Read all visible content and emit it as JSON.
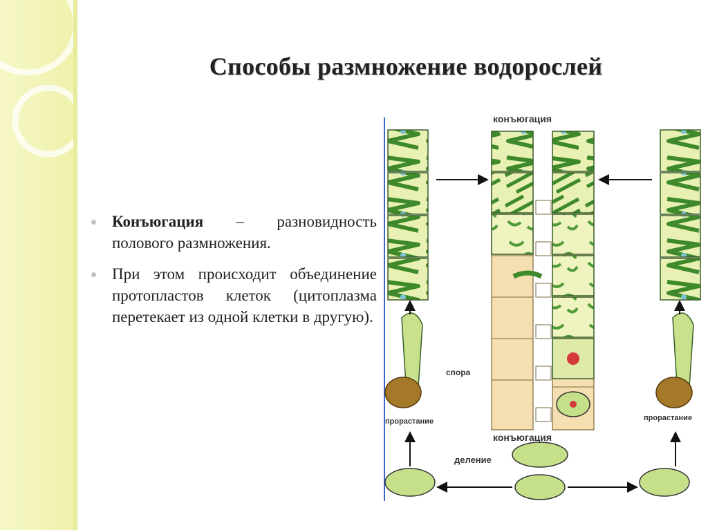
{
  "slide": {
    "title": "Способы размножение водорослей",
    "bullets": [
      {
        "term": "Конъюгация",
        "text": " – разновидность полового размножения."
      },
      {
        "term": "",
        "text": "При этом происходит объединение протопластов клеток (цитоплазма перетекает из одной клетки в другую)."
      }
    ]
  },
  "figure": {
    "labels": {
      "top": "конъюгация",
      "bottom": "конъюгация",
      "spore": "спора",
      "germ_left": "прорастание",
      "germ_right": "прорастание",
      "division": "деление"
    }
  },
  "colors": {
    "accent": "#f3f4b8",
    "cell_fill": "#e9f0b4",
    "chloroplast": "#3e8a2a",
    "tube": "#f5deb0"
  }
}
